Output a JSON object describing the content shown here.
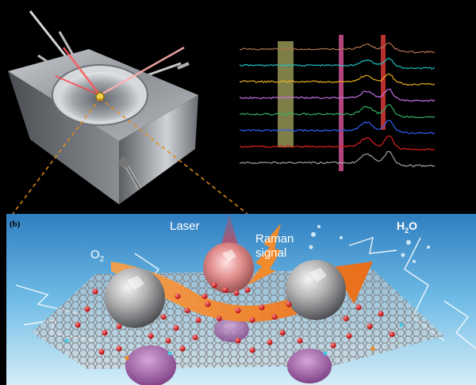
{
  "panel_b": {
    "tag": "(b)",
    "labels": {
      "laser": "Laser",
      "raman_line1": "Raman",
      "raman_line2": "signal",
      "o2_main": "O",
      "o2_sub": "2",
      "h2o_h": "H",
      "h2o_sub": "2",
      "h2o_o": "O"
    }
  },
  "colors": {
    "background": "#000000",
    "reactor_steel": "#9a9ea2",
    "laser_red": "#ff2a2a",
    "callout_dashes": "#e08a1e",
    "band_olive": "#a8a860",
    "band_pink": "#d05090",
    "band_red": "#d83838",
    "arrow_orange": "#f07a1e",
    "water_blue": "#6fc0e4",
    "graphene_grey": "#8a8a8a",
    "oxygen_red": "#e01818",
    "nanoparticle_purple": "#9a4ea0"
  },
  "spectra": {
    "trace_colors": [
      "#b07050",
      "#20c0c0",
      "#e8b020",
      "#c070e0",
      "#30b060",
      "#3060f0",
      "#e02020",
      "#a0a0a0"
    ],
    "highlight_bands": [
      "olive",
      "pink",
      "red"
    ]
  }
}
